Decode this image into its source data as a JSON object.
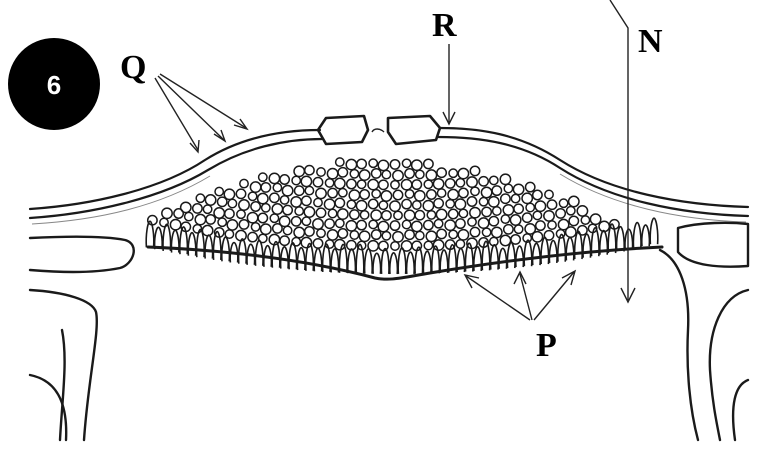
{
  "figure": {
    "badge": "6",
    "labels": {
      "Q": "Q",
      "R": "R",
      "N": "N",
      "P": "P"
    }
  }
}
